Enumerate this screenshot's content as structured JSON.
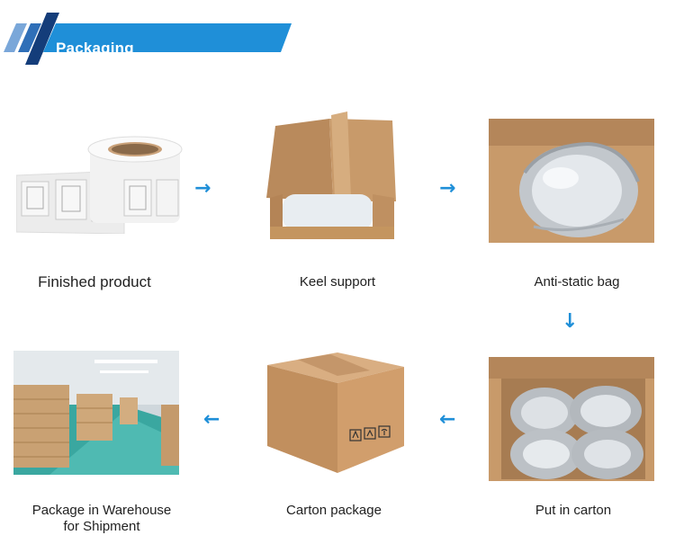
{
  "header": {
    "title": "Packaging"
  },
  "steps": [
    {
      "label": "Finished product"
    },
    {
      "label": "Keel support"
    },
    {
      "label": "Anti-static bag"
    },
    {
      "label": "Put in carton"
    },
    {
      "label": "Carton package"
    },
    {
      "label": "Package in Warehouse\nfor Shipment"
    }
  ],
  "arrows": {
    "right": "→",
    "down": "↓",
    "left": "←"
  },
  "colors": {
    "accent": "#1f8fd8",
    "accent_dark": "#0d5fa8",
    "cardboard": "#c89a6a"
  }
}
